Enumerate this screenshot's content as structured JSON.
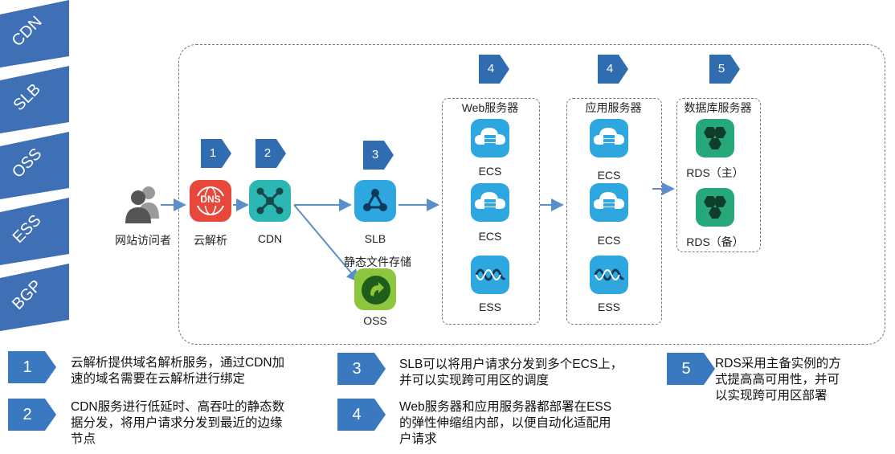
{
  "side_labels": [
    "CDN",
    "SLB",
    "OSS",
    "ESS",
    "BGP"
  ],
  "nodes": {
    "visitor": "网站访问者",
    "dns": "云解析",
    "cdn": "CDN",
    "slb": "SLB",
    "oss_title": "静态文件存储",
    "oss": "OSS",
    "dns_icon_text": "DNS"
  },
  "groups": {
    "web": {
      "title": "Web服务器",
      "items": [
        "ECS",
        "ECS",
        "ESS"
      ]
    },
    "app": {
      "title": "应用服务器",
      "items": [
        "ECS",
        "ECS",
        "ESS"
      ]
    },
    "db": {
      "title": "数据库服务器",
      "items": [
        "RDS（主）",
        "RDS（备）"
      ]
    }
  },
  "badges": [
    "1",
    "2",
    "3",
    "4",
    "4",
    "5"
  ],
  "legend": [
    {
      "num": "1",
      "text": [
        "云解析提供域名解析服务，通过CDN加",
        "速的域名需要在云解析进行绑定"
      ]
    },
    {
      "num": "2",
      "text": [
        "CDN服务进行低延时、高吞吐的静态数",
        "据分发，将用户请求分发到最近的边缘",
        "节点"
      ]
    },
    {
      "num": "3",
      "text": [
        "SLB可以将用户请求分发到多个ECS上，",
        "并可以实现跨可用区的调度"
      ]
    },
    {
      "num": "4",
      "text": [
        "Web服务器和应用服务器都部署在ESS",
        "的弹性伸缩组内部，以便自动化适配用",
        "户请求"
      ]
    },
    {
      "num": "5",
      "text": [
        "RDS采用主备实例的方",
        "式提高高可用性，并可",
        "以实现跨可用区部署"
      ]
    }
  ],
  "colors": {
    "band": "#3f6fb5",
    "badge": "#2f6db0",
    "legend_badge": "#3a78bf",
    "dns_red": "#e8473b",
    "teal": "#2db7b3",
    "blue": "#2ea7e0",
    "green": "#6cb33f",
    "rds": "#26a87a",
    "arrow": "#5b8fc9"
  }
}
